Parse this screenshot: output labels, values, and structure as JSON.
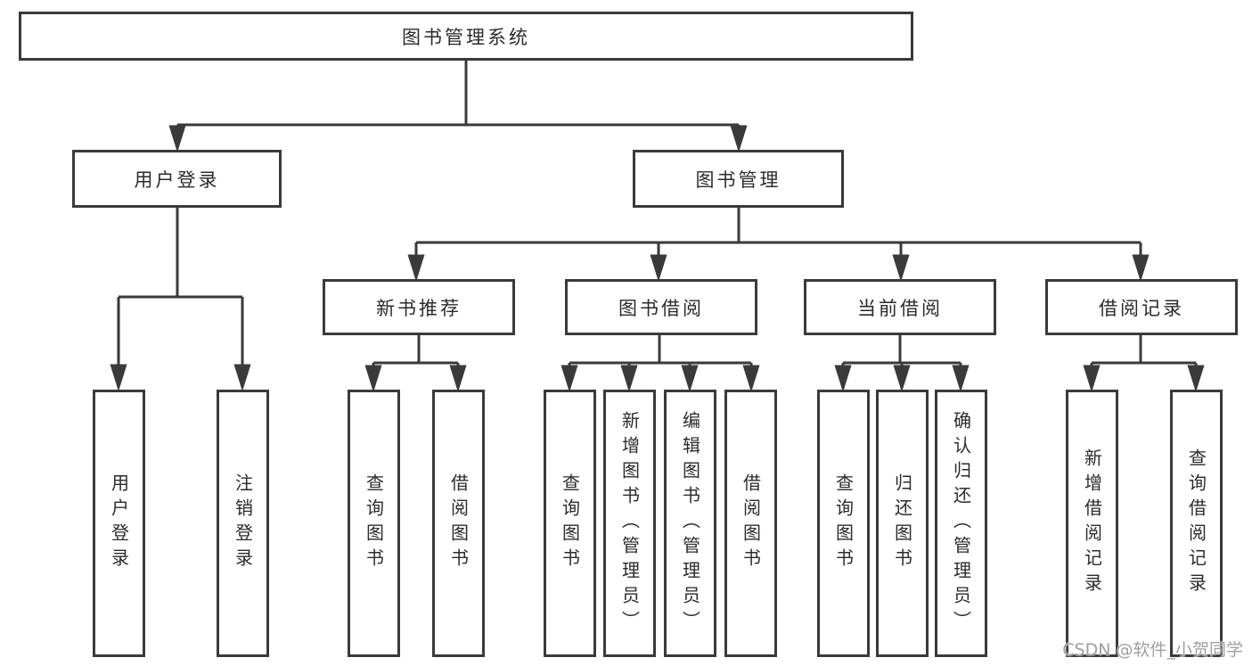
{
  "tree": {
    "root": {
      "label": "图书管理系统"
    },
    "branches": [
      {
        "label": "用户登录",
        "children": [
          {
            "label": "用户登录"
          },
          {
            "label": "注销登录"
          }
        ]
      },
      {
        "label": "图书管理",
        "children": [
          {
            "label": "新书推荐",
            "children": [
              {
                "label": "查询图书"
              },
              {
                "label": "借阅图书"
              }
            ]
          },
          {
            "label": "图书借阅",
            "children": [
              {
                "label": "查询图书"
              },
              {
                "label": "新增图书（管理员）"
              },
              {
                "label": "编辑图书（管理员）"
              },
              {
                "label": "借阅图书"
              }
            ]
          },
          {
            "label": "当前借阅",
            "children": [
              {
                "label": "查询图书"
              },
              {
                "label": "归还图书"
              },
              {
                "label": "确认归还（管理员）"
              }
            ]
          },
          {
            "label": "借阅记录",
            "children": [
              {
                "label": "新增借阅记录"
              },
              {
                "label": "查询借阅记录"
              }
            ]
          }
        ]
      }
    ]
  },
  "watermark": {
    "text": "CSDN @软件_小贺同学"
  },
  "colors": {
    "line": "#3a3a3a",
    "text": "#2b2b2b",
    "background": "#ffffff",
    "watermark": "#9f9f9f"
  }
}
